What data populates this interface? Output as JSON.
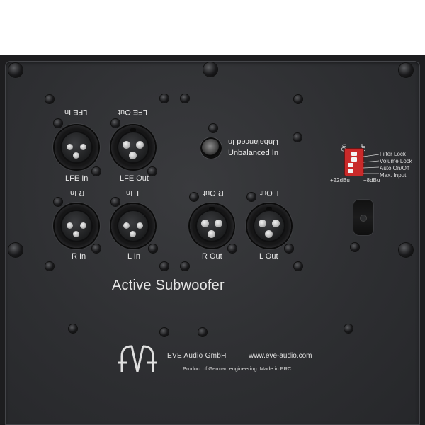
{
  "connectors": {
    "lfe_in_top": "LFE In",
    "lfe_in_bottom": "LFE In",
    "lfe_out_top": "LFE Out",
    "lfe_out_bottom": "LFE Out",
    "r_in_top": "R In",
    "r_in_bottom": "R In",
    "l_in_top": "L In",
    "l_in_bottom": "L In",
    "r_out_top": "R Out",
    "r_out_bottom": "R Out",
    "l_out_top": "L Out",
    "l_out_bottom": "L Out",
    "unbalanced_top": "Unbalanced In",
    "unbalanced_bottom": "Unbalanced In"
  },
  "dip_switch": {
    "on_label": "On",
    "off_label": "Off",
    "options": [
      "Filter Lock",
      "Volume Lock",
      "Auto On/Off",
      "Max. Input"
    ],
    "max_input_low": "+22dBu",
    "max_input_high": "+8dBu"
  },
  "panel": {
    "title": "Active Subwoofer",
    "company": "EVE Audio GmbH",
    "website": "www.eve-audio.com",
    "tagline": "Product of German engineering. Made in PRC"
  },
  "colors": {
    "panel": "#2e2f32",
    "text": "#e8e8e8",
    "dip_switch": "#c92a2a"
  }
}
